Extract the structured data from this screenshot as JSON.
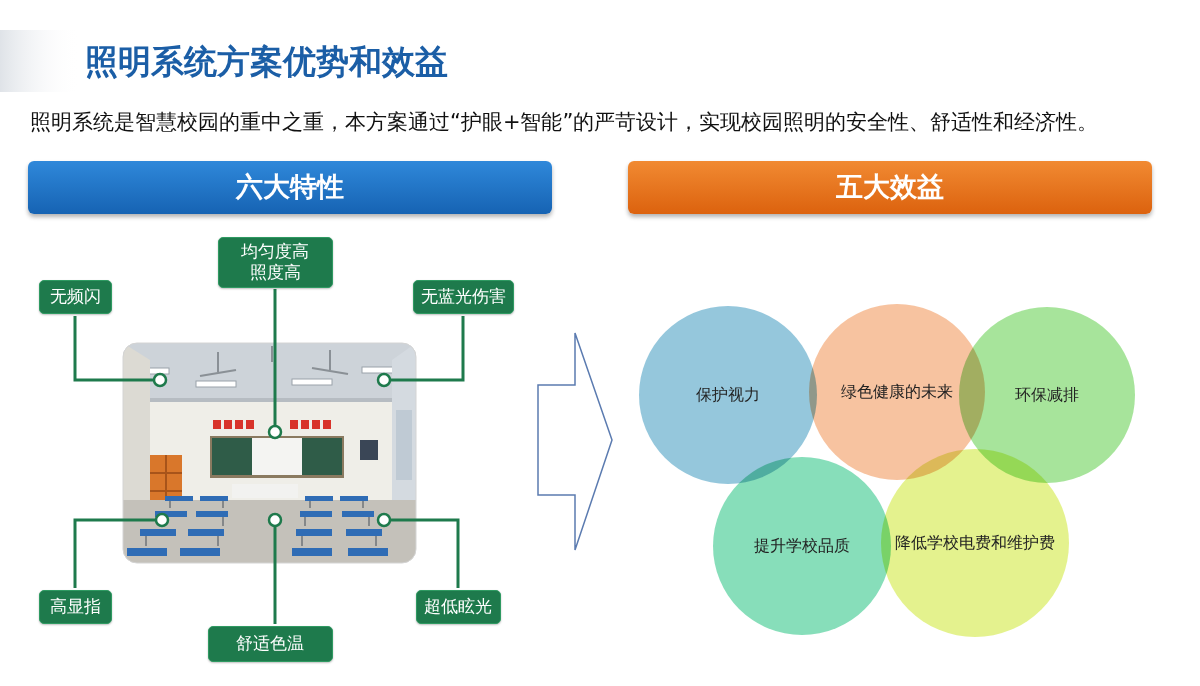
{
  "diagram": {
    "title": "照明系统方案优势和效益",
    "nodes": [
      {
        "text": [
          "六大特性"
        ]
      },
      {
        "text": [
          "五大效益"
        ]
      },
      {
        "text": [
          "无频闪"
        ]
      },
      {
        "text": [
          "均匀度高 照度高"
        ]
      },
      {
        "text": [
          "无蓝光伤害"
        ]
      },
      {
        "text": [
          "高显指"
        ]
      },
      {
        "text": [
          "舒适色温"
        ]
      },
      {
        "text": [
          "超低眩光"
        ]
      },
      {
        "text": [
          "保护视力"
        ]
      },
      {
        "text": [
          "绿色健康的未来"
        ]
      },
      {
        "text": [
          "环保减排"
        ]
      },
      {
        "text": [
          "提升学校品质"
        ]
      },
      {
        "text": [
          "降低学校电费和维护费"
        ]
      }
    ],
    "labels": [
      "照明系统是智慧校园的重中之重，本方案通过“护眼+智能”的严苛设计，实现校园照明的安全性、舒适性和经济性。"
    ]
  }
}
